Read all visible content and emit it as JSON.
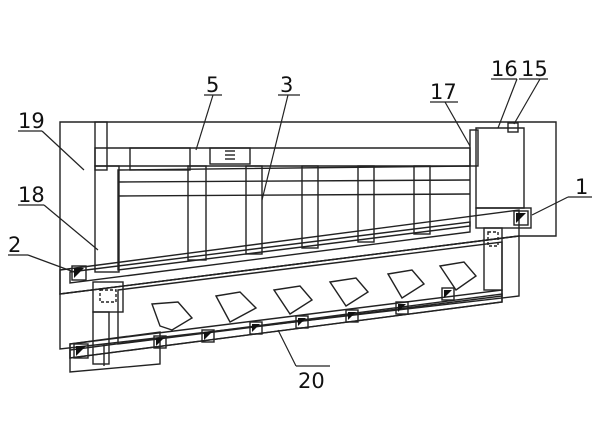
{
  "figure": {
    "callouts": [
      {
        "id": "c19",
        "text": "19"
      },
      {
        "id": "c18",
        "text": "18"
      },
      {
        "id": "c2",
        "text": "2"
      },
      {
        "id": "c5",
        "text": "5"
      },
      {
        "id": "c3",
        "text": "3"
      },
      {
        "id": "c17",
        "text": "17"
      },
      {
        "id": "c16",
        "text": "16"
      },
      {
        "id": "c15",
        "text": "15"
      },
      {
        "id": "c1",
        "text": "1"
      },
      {
        "id": "c20",
        "text": "20"
      }
    ],
    "colors": {
      "line": "#222222",
      "hatch": "#333333",
      "backfill_dot": "#444444",
      "paper": "#ffffff"
    }
  }
}
